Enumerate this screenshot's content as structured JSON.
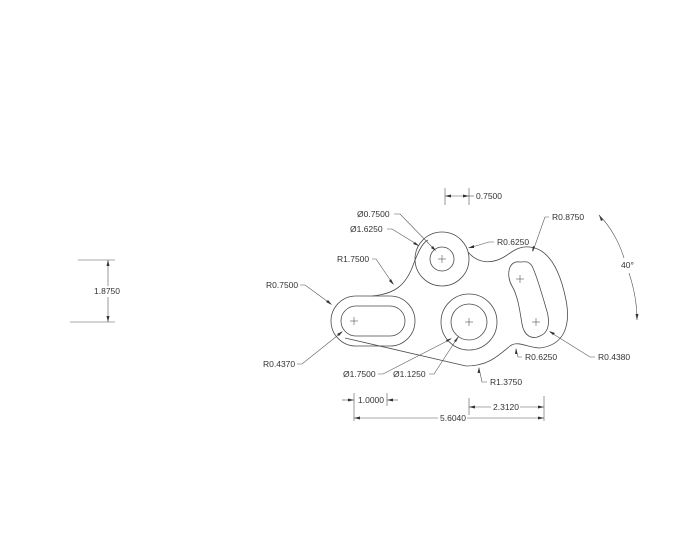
{
  "drawing": {
    "type": "CAD mechanical drawing",
    "background": "#ffffff",
    "line_color": "#4a4a4a",
    "text_color": "#333333"
  },
  "dimensions": {
    "slot_hole_dia": "Ø0.7500",
    "boss_outer_dia": "Ø1.6250",
    "top_gap": "0.7500",
    "fillet_left_top": "R1.7500",
    "fillet_top_right": "R0.6250",
    "arc_right_outer": "R0.8750",
    "angle": "40°",
    "slot_left_outer": "R0.7500",
    "slot_left_inner": "R0.4370",
    "center_outer_dia": "Ø1.7500",
    "center_inner_dia": "Ø1.1250",
    "bottom_fillet": "R1.3750",
    "bottom_right_fillet": "R0.6250",
    "right_slot_inner": "R0.4380",
    "horiz_small": "1.0000",
    "horiz_right": "2.3120",
    "horiz_total": "5.6040",
    "vertical_left": "1.8750"
  }
}
